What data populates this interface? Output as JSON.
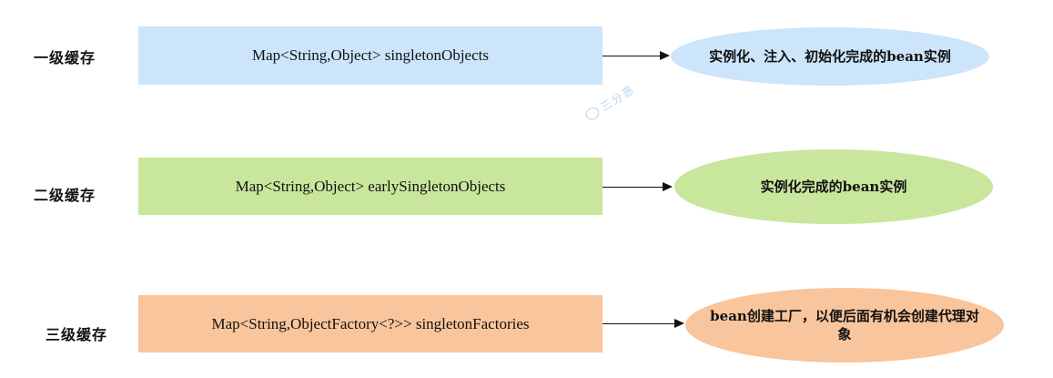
{
  "rows": [
    {
      "level": "一级缓存",
      "map": "Map<String,Object> singletonObjects",
      "desc": "实例化、注入、初始化完成的bean实例",
      "colors": {
        "box": "#cce5fb",
        "ellipse": "#cce5fb"
      }
    },
    {
      "level": "二级缓存",
      "map": "Map<String,Object> earlySingletonObjects",
      "desc": "实例化完成的bean实例",
      "colors": {
        "box": "#c9e69d",
        "ellipse": "#c9e69d"
      }
    },
    {
      "level": "三级缓存",
      "map": "Map<String,ObjectFactory<?>> singletonFactories",
      "desc": "bean创建工厂，以便后面有机会创建代理对象",
      "colors": {
        "box": "#f9c59c",
        "ellipse": "#f9c59c"
      }
    }
  ],
  "watermark": {
    "text": "三分恶",
    "icon": "face-icon"
  }
}
